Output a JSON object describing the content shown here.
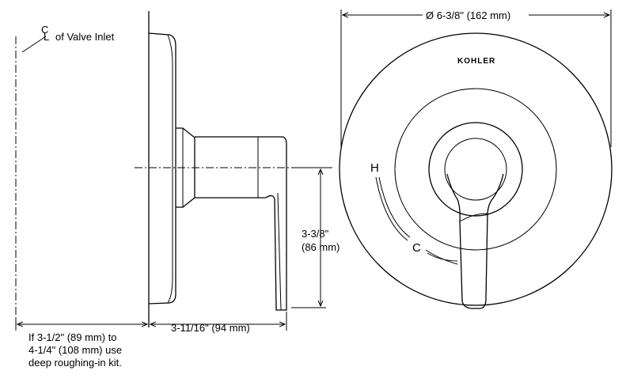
{
  "centerline_label": {
    "symbol_c": "C",
    "symbol_l": "L",
    "text": "of Valve Inlet"
  },
  "dimensions": {
    "diameter": "Ø 6-3/8\" (162 mm)",
    "height_in": "3-3/8\"",
    "height_mm": "(86 mm)",
    "depth": "3-11/16\" (94 mm)"
  },
  "note_lines": [
    "If 3-1/2\" (89 mm) to",
    "4-1/4\" (108 mm) use",
    "deep roughing-in kit."
  ],
  "faceplate": {
    "brand": "KOHLER",
    "hot_mark": "H",
    "cold_mark": "C"
  }
}
